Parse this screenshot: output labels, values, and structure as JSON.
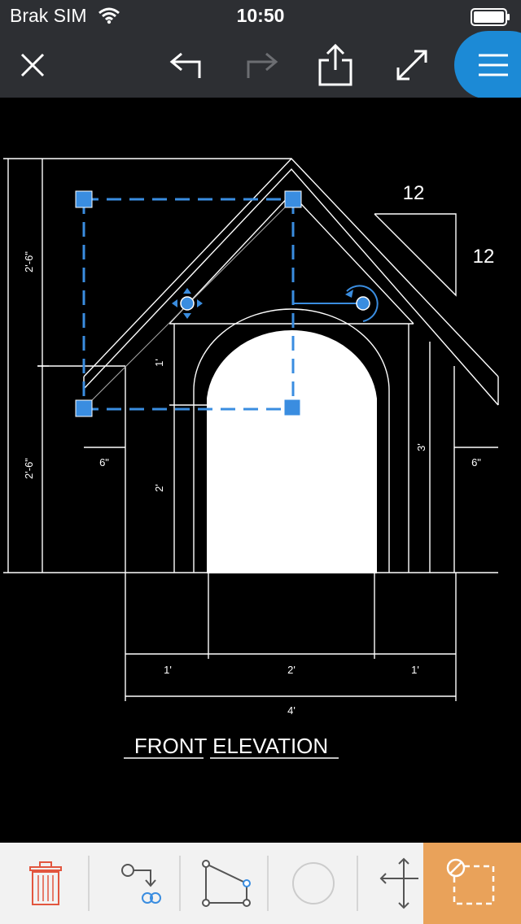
{
  "status_bar": {
    "carrier": "Brak SIM",
    "time": "10:50"
  },
  "toolbar": {
    "buttons": [
      "close-icon",
      "undo-icon",
      "redo-icon",
      "share-icon",
      "expand-icon",
      "menu-icon"
    ]
  },
  "drawing": {
    "title": "FRONT ELEVATION",
    "slope_rise": "12",
    "slope_run": "12",
    "dims": {
      "left_upper": "2'-6\"",
      "left_lower": "2'-6\"",
      "left_eave": "6\"",
      "right_eave": "6\"",
      "inner_1ft": "1'",
      "inner_2ft": "2'",
      "right_3ft": "3'",
      "bottom_left": "1'",
      "bottom_mid": "2'",
      "bottom_right": "1'",
      "bottom_total": "4'"
    }
  },
  "bottom_toolbar": {
    "tools": [
      "trash-icon",
      "connect-shapes-icon",
      "edit-polygon-icon",
      "circle-tool-icon",
      "move-icon",
      "selection-icon"
    ]
  },
  "colors": {
    "bar_bg": "#2d2f33",
    "accent_blue": "#1c8ad6",
    "selection_blue": "#3a8de0",
    "active_tool": "#e9a25a",
    "trash_red": "#e2563f"
  }
}
